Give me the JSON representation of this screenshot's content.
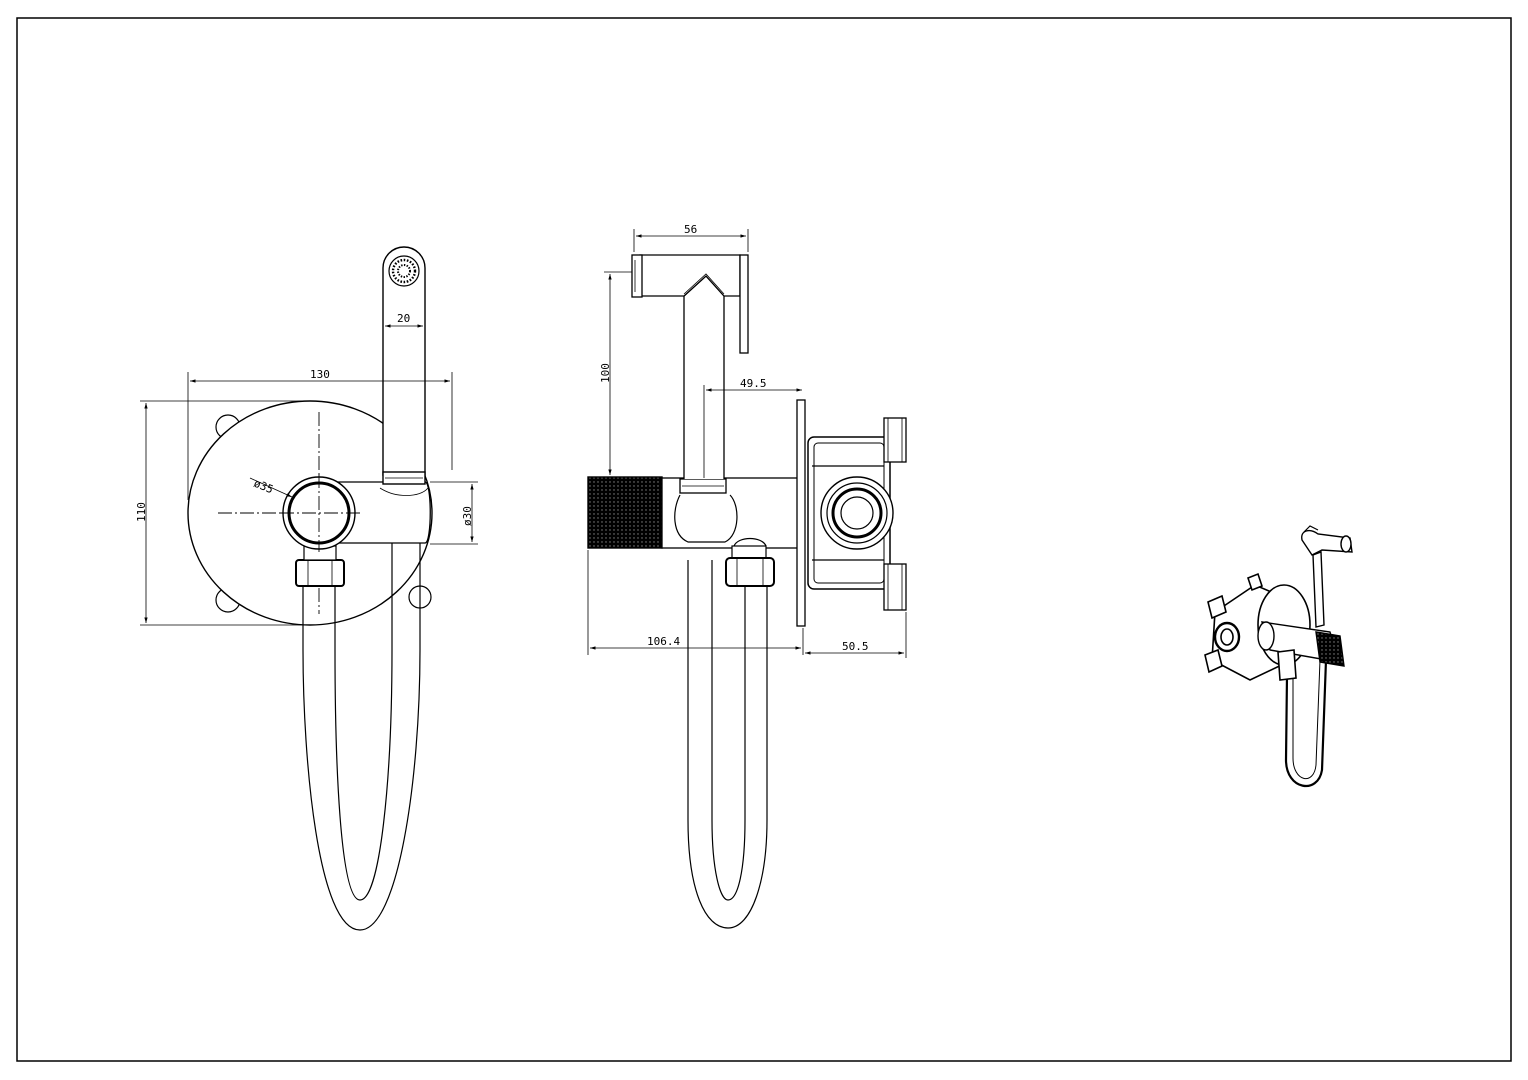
{
  "dimensions": {
    "front_width": "130",
    "front_height": "110",
    "handle_width": "20",
    "knob_diameter": "ø35",
    "inlet_diameter": "ø30",
    "head_length": "56",
    "spray_height": "100",
    "offset": "49.5",
    "total_depth": "106.4",
    "box_depth": "50.5"
  }
}
